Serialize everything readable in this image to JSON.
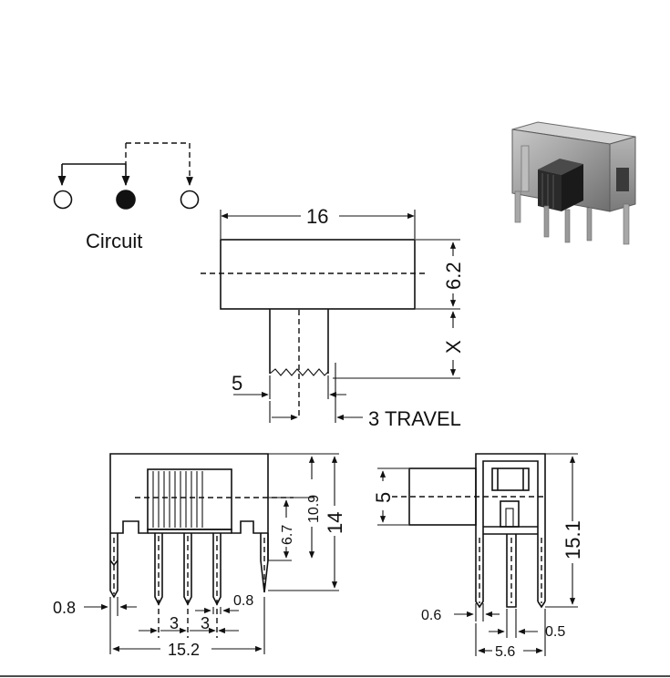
{
  "circuit": {
    "label": "Circuit",
    "color_active": "#111111"
  },
  "top_view": {
    "width_label": "16",
    "height_label": "6.2",
    "x_label": "X",
    "actuator_label": "5",
    "travel_label": "3 TRAVEL"
  },
  "front_view": {
    "pin_width_label": "0.8",
    "pitch_label_1": "3",
    "pitch_label_2": "3",
    "pin_width_label_right": "0.8",
    "width_label": "15.2",
    "h1_label": "6.7",
    "h2_label": "10.9",
    "h3_label": "14"
  },
  "side_view": {
    "actuator_label": "5",
    "height_label": "15.1",
    "pin_label": "0.6",
    "pin_label_right": "0.5",
    "width_label": "5.6"
  },
  "product_photo": {
    "icon": "slide-switch-photo",
    "body_color": "#9a9a9a",
    "knob_color": "#2a2a2a"
  }
}
